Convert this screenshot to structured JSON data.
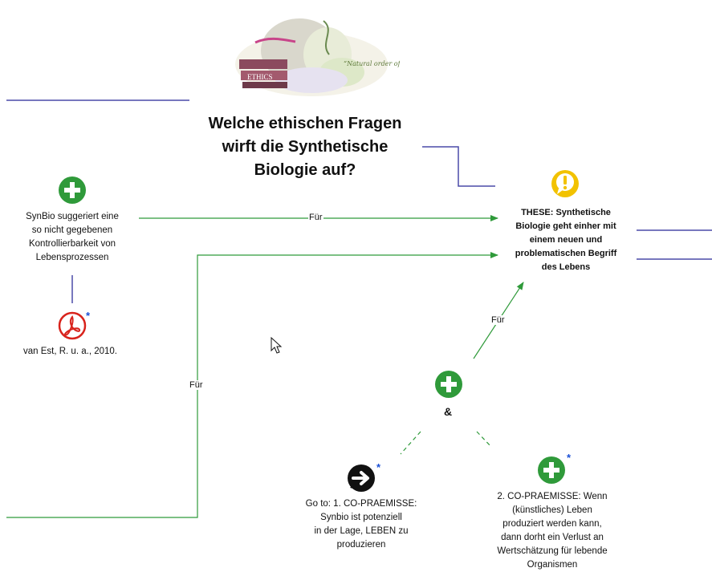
{
  "title": "Welche ethischen Fragen\nwirft die Synthetische\nBiologie auf?",
  "header_image": {
    "caption": "“Natural order of life”",
    "tag": "ETHICS"
  },
  "thesis": {
    "text": "THESE: Synthetische\nBiologie geht einher mit\neinem neuen und\nproblematischen Begriff\ndes Lebens",
    "icon": "exclamation-icon"
  },
  "argument_1": {
    "text": "SynBio suggeriert  eine\nso nicht gegebenen\nKontrollierbarkeit von\nLebensprozessen",
    "icon": "plus-icon"
  },
  "reference": {
    "text": "van Est, R. u. a., 2010.",
    "icon": "pdf-icon",
    "marker": "*"
  },
  "premise_1": {
    "text": "Go to: 1. CO-PRAEMISSE:\nSynbio ist potenziell\nin der Lage, LEBEN zu\nproduzieren",
    "icon": "arrow-right-icon",
    "marker": "*"
  },
  "premise_2": {
    "text": "2. CO-PRAEMISSE: Wenn\n(künstliches) Leben\nproduziert werden kann,\ndann dorht ein Verlust an\nWertschätzung für lebende\nOrganismen",
    "icon": "plus-icon",
    "marker": "*"
  },
  "group": {
    "connector": "&",
    "icon": "plus-icon"
  },
  "edges": {
    "arg1_label": "Für",
    "left_label": "Für",
    "group_label": "Für"
  },
  "colors": {
    "support": "#2f9a3a",
    "structure": "#4a4aa8",
    "warning": "#f2c200",
    "pdf": "#d8231c"
  }
}
